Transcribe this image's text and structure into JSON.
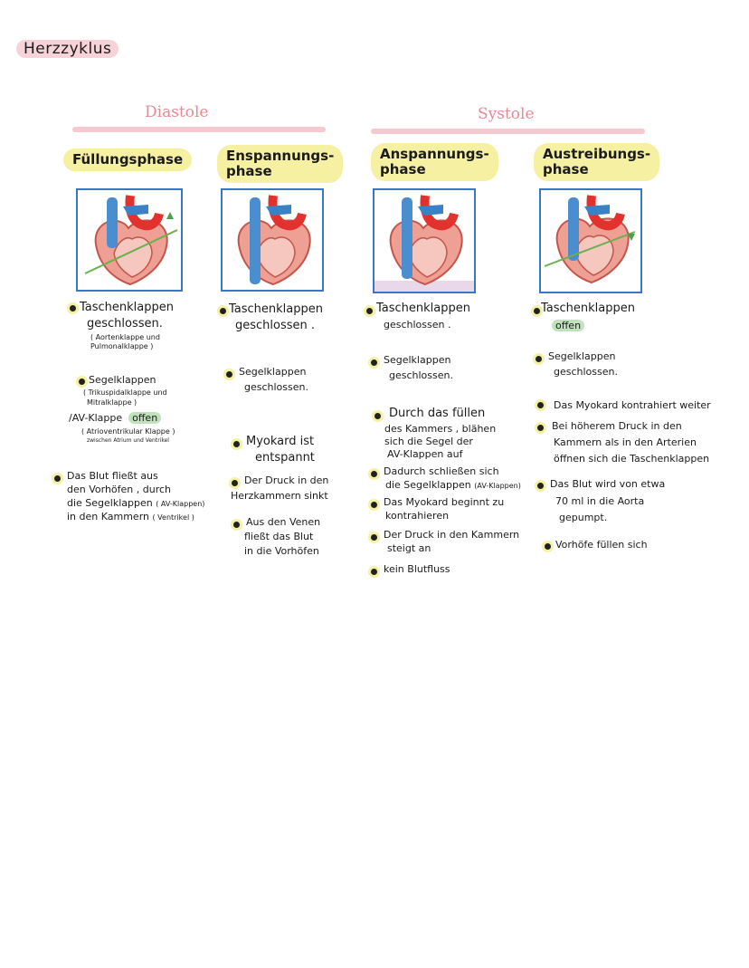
{
  "page_title": "Herzzyklus",
  "sections": {
    "diastole": "Diastole",
    "systole": "Systole"
  },
  "phases": [
    {
      "title_line1": "Füllungsphase",
      "title_line2": "",
      "p1_main": "Taschenklappen",
      "p1_line2": "geschlossen.",
      "p1_note1": "( Aortenklappe und",
      "p1_note2": "Pulmonalklappe )",
      "p2_main": "Segelklappen",
      "p2_note1": "( Trikuspidalklappe und",
      "p2_note2": "Mitralklappe )",
      "p2_av": "/AV-Klappe",
      "p2_state": "offen",
      "p2_note3": "( Atrioventrikular Klappe )",
      "p2_note4": "zwischen Atrium und Ventrikel",
      "p3_line1": "Das Blut fließt aus",
      "p3_line2": "den Vorhöfen , durch",
      "p3_line3": "die  Segelklappen",
      "p3_line3_note": "( AV-Klappen)",
      "p3_line4": "in den Kammern",
      "p3_line4_note": "( Ventrikel )"
    },
    {
      "title_line1": "Enspannungs-",
      "title_line2": "phase",
      "p1_main": "Taschenklappen",
      "p1_line2": "geschlossen .",
      "p2_line1": "Segelklappen",
      "p2_line2": "geschlossen.",
      "p3_line1": "Myokard  ist",
      "p3_line2": "entspannt",
      "p4_line1": "Der Druck in den",
      "p4_line2": "Herzkammern sinkt",
      "p5_line1": "Aus den Venen",
      "p5_line2": "fließt das Blut",
      "p5_line3": "in die Vorhöfen"
    },
    {
      "title_line1": "Anspannungs-",
      "title_line2": "phase",
      "p1_main": "Taschenklappen",
      "p1_line2": "geschlossen .",
      "p2_line1": "Segelklappen",
      "p2_line2": "geschlossen.",
      "p3_line1": "Durch das füllen",
      "p3_line2": "des Kammers , blähen",
      "p3_line3": "sich  die  Segel der",
      "p3_line4": "AV-Klappen auf",
      "p4_line1": "Dadurch schließen sich",
      "p4_line2": "die  Segelklappen",
      "p4_line2_note": "(AV-Klappen)",
      "p5_line1": "Das Myokard beginnt zu",
      "p5_line2": "kontrahieren",
      "p6_line1": "Der Druck in den Kammern",
      "p6_line2": "steigt an",
      "p7_line1": "kein Blutfluss"
    },
    {
      "title_line1": "Austreibungs-",
      "title_line2": "phase",
      "p1_main": "Taschenklappen",
      "p1_state": "offen",
      "p2_line1": "Segelklappen",
      "p2_line2": "geschlossen.",
      "p3_line1": "Das  Myokard  kontrahiert  weiter",
      "p4_line1": "Bei  höherem  Druck  in den",
      "p4_line2": "Kammern  als  in den  Arterien",
      "p4_line3": "öffnen  sich  die  Taschenklappen",
      "p5_line1": "Das Blut  wird  von  etwa",
      "p5_line2": "70 ml  in  die   Aorta",
      "p5_line3": "gepumpt.",
      "p6_line1": "Vorhöfe  füllen sich"
    }
  ],
  "colors": {
    "highlight_yellow": "#f6f0a3",
    "highlight_pink": "#f6c9d0",
    "highlight_green": "#bfe2bd",
    "heading_pink": "#e48a95",
    "frame_blue": "#3b76c4"
  }
}
